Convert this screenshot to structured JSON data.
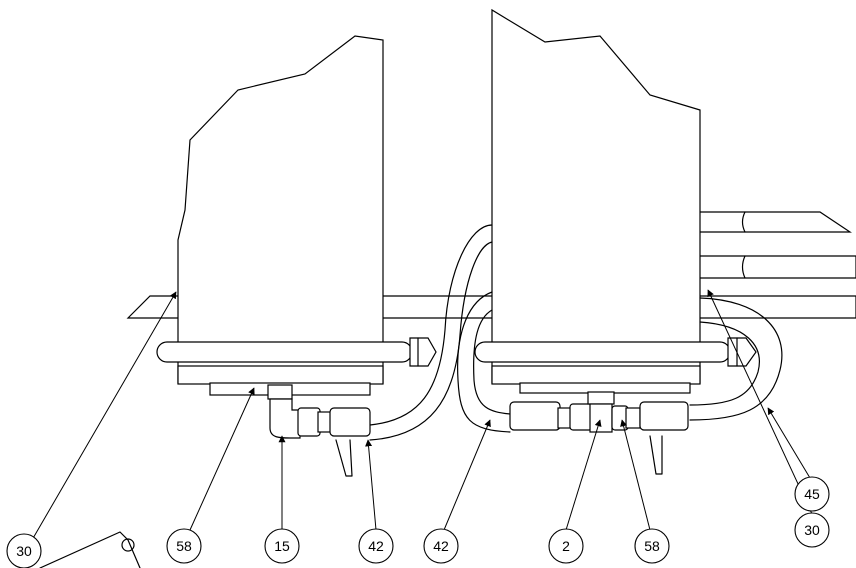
{
  "callouts": {
    "c30_left": "30",
    "c58_left": "58",
    "c15": "15",
    "c42_left": "42",
    "c42_right": "42",
    "c2": "2",
    "c58_right": "58",
    "c45": "45",
    "c30_right": "30"
  },
  "colors": {
    "line": "#000000",
    "background": "#ffffff"
  }
}
